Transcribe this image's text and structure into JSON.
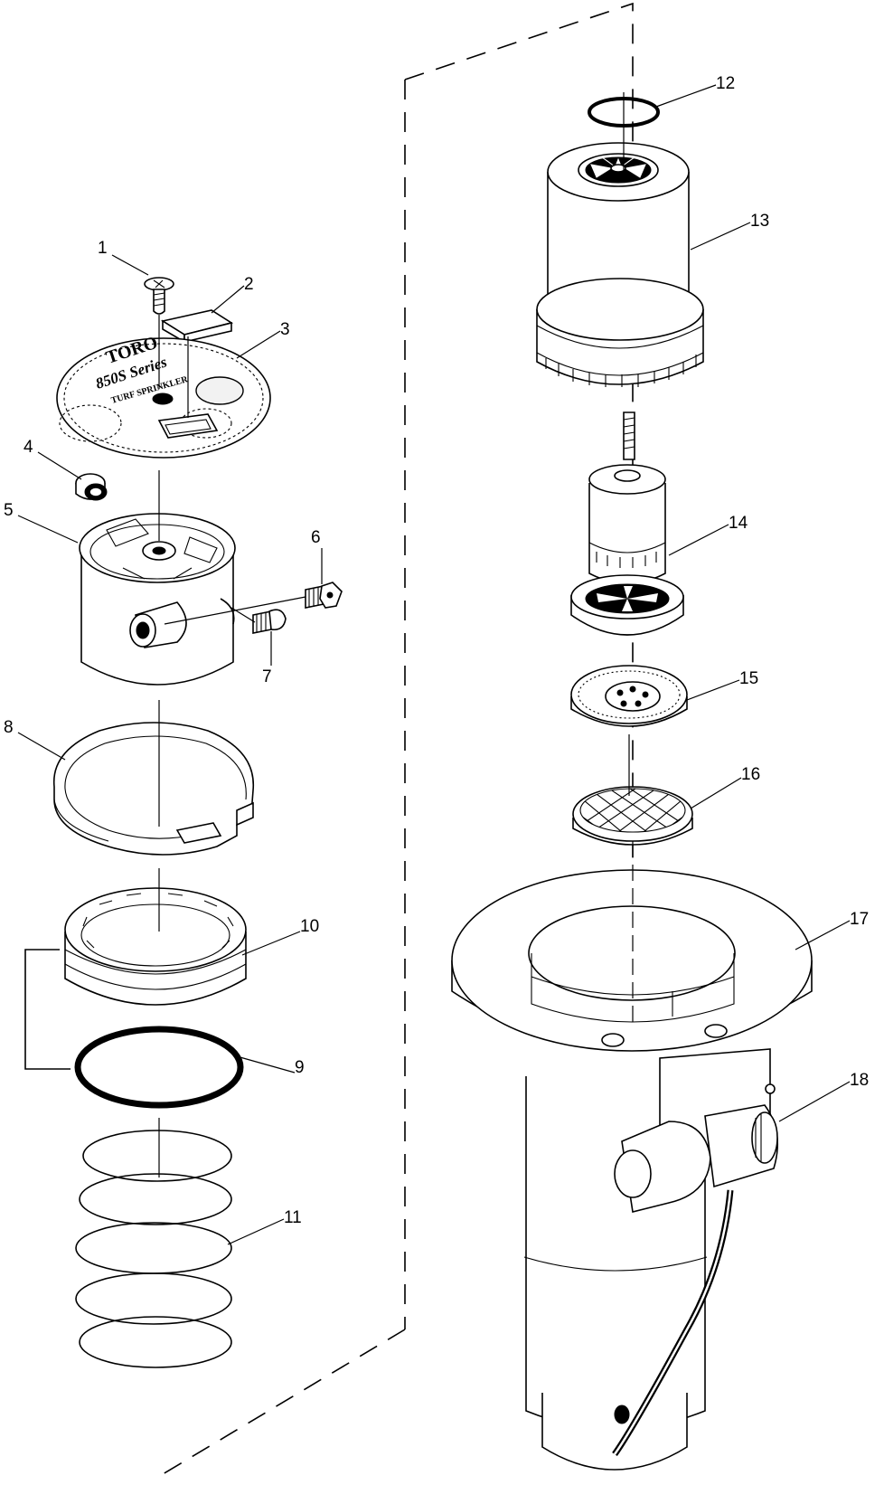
{
  "diagram": {
    "plate_text": {
      "brand": "TORO",
      "model": "850S Series",
      "subtitle": "TURF SPRINKLER"
    },
    "callouts": [
      "1",
      "2",
      "3",
      "4",
      "5",
      "6",
      "7",
      "8",
      "9",
      "10",
      "11",
      "12",
      "13",
      "14",
      "15",
      "16",
      "17",
      "18"
    ]
  }
}
